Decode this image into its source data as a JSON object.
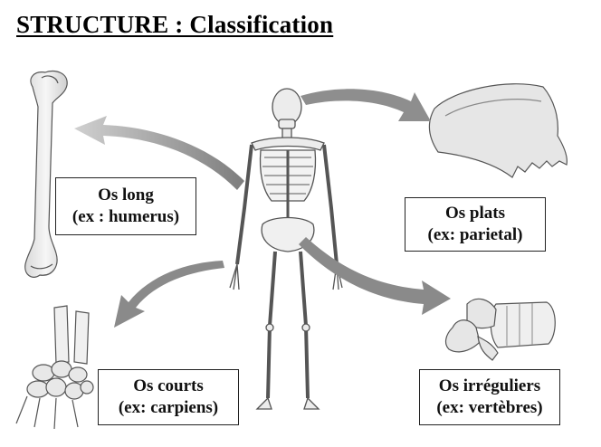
{
  "title": "STRUCTURE : Classification",
  "boxes": {
    "long": {
      "line1": "Os long",
      "line2": "(ex : humerus)"
    },
    "plats": {
      "line1": "Os plats",
      "line2": "(ex: parietal)"
    },
    "courts": {
      "line1": "Os courts",
      "line2": "(ex: carpiens)"
    },
    "irreguliers": {
      "line1": "Os irréguliers",
      "line2": "(ex: vertèbres)"
    }
  },
  "colors": {
    "arrow": "#8a8a8a",
    "bone_fill": "#eeeeee",
    "bone_stroke": "#555555"
  }
}
